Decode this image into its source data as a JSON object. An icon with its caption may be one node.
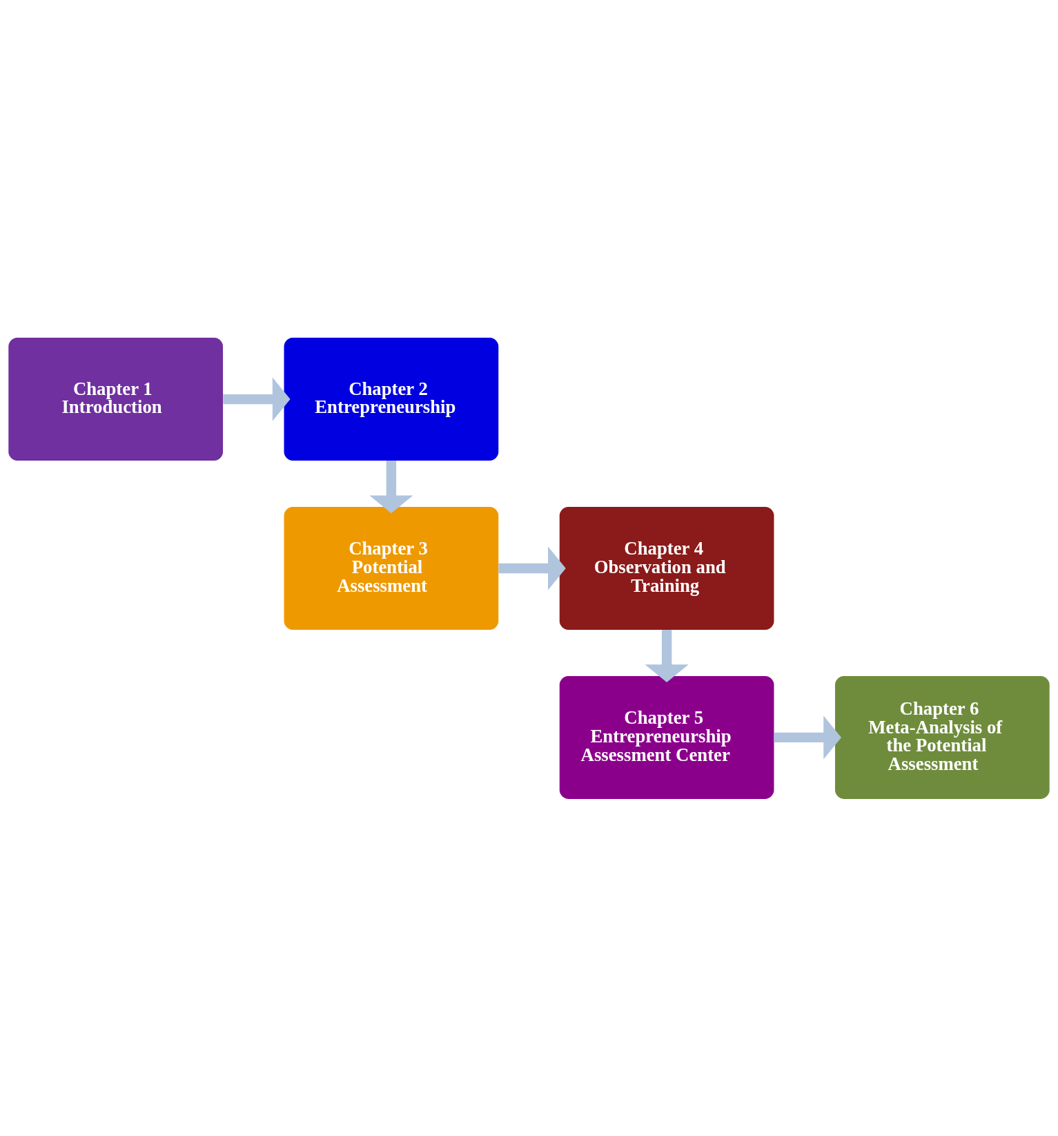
{
  "diagram": {
    "nodes": [
      {
        "text": [
          "Chapter 1",
          "Introduction"
        ]
      },
      {
        "text": [
          "Chapter 2",
          "Entrepreneurship"
        ]
      },
      {
        "text": [
          "Chapter 4",
          "Observation and Training"
        ]
      },
      {
        "text": [
          "Chapter 3",
          "Potential Assessment"
        ]
      },
      {
        "text": [
          "Chapter 5",
          "Entrepreneurship Assessment Center"
        ]
      },
      {
        "text": [
          "Chapter 6",
          "Meta-Analysis of the Potential Assessment"
        ]
      }
    ],
    "edges": [
      {
        "from": 0,
        "to": 1,
        "arrow": "to"
      },
      {
        "from": 1,
        "to": 3,
        "arrow": "to"
      },
      {
        "from": 3,
        "to": 2,
        "arrow": "to"
      },
      {
        "from": 2,
        "to": 4,
        "arrow": "to"
      },
      {
        "from": 4,
        "to": 5,
        "arrow": "to"
      }
    ]
  }
}
